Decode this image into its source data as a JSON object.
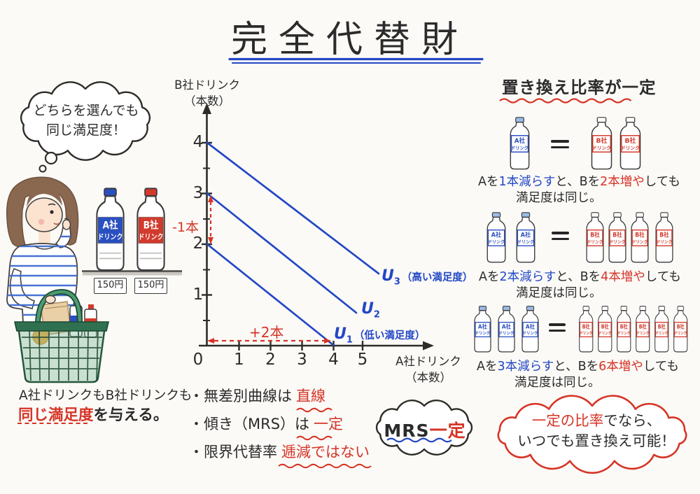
{
  "title": "完全代替財",
  "palette": {
    "blue_pen": "#2347c5",
    "red_pen": "#d63426",
    "ink": "#2b2b2b",
    "label_blue": "#2a4fc0",
    "label_red": "#d23a2c",
    "basket_green": "#2a5e41",
    "hair_brown": "#8a6850"
  },
  "thought_bubble": {
    "line1": "どちらを選んでも",
    "line2": "同じ満足度！"
  },
  "bottle_labels": {
    "a_line1": "A社",
    "a_line2": "ドリンク",
    "b_line1": "B社",
    "b_line2": "ドリンク"
  },
  "shelf": {
    "price_a": "150円",
    "price_b": "150円"
  },
  "left_caption": {
    "line1": "A社ドリンクもB社ドリンクも",
    "line2_red": "同じ満足度",
    "line2_rest": "を与える。"
  },
  "graph": {
    "y_label_line1": "B社ドリンク",
    "y_label_line2": "（本数）",
    "x_label_line1": "A社ドリンク",
    "x_label_line2": "（本数）",
    "y_ticks": [
      "4",
      "3",
      "2",
      "1"
    ],
    "x_ticks": [
      "0",
      "1",
      "2",
      "3",
      "4",
      "5"
    ],
    "minus_label": "-1本",
    "plus_label": "+2本",
    "curves": [
      {
        "name": "U",
        "sub": "1",
        "suffix": "（低い満足度）"
      },
      {
        "name": "U",
        "sub": "2",
        "suffix": ""
      },
      {
        "name": "U",
        "sub": "3",
        "suffix": "（高い満足度）"
      }
    ]
  },
  "chart_data": {
    "type": "line",
    "title": "完全代替財の無差別曲線",
    "xlabel": "A社ドリンク（本数）",
    "ylabel": "B社ドリンク（本数）",
    "xlim": [
      0,
      5
    ],
    "ylim": [
      0,
      4
    ],
    "grid": false,
    "series": [
      {
        "name": "U1（低い満足度）",
        "points": [
          [
            0,
            2
          ],
          [
            4,
            0
          ]
        ]
      },
      {
        "name": "U2",
        "points": [
          [
            0,
            3
          ],
          [
            4.7,
            0.65
          ]
        ]
      },
      {
        "name": "U3（高い満足度）",
        "points": [
          [
            0,
            4
          ],
          [
            5.4,
            1.4
          ]
        ]
      }
    ],
    "annotations": [
      "-1本",
      "+2本"
    ],
    "slope_MRS": -0.5
  },
  "right_panel": {
    "header": "置き換え比率が一定",
    "rows": [
      {
        "a_count": 1,
        "b_count": 2,
        "caption": [
          [
            "Aを",
            "ink"
          ],
          [
            "1本減らす",
            "blue"
          ],
          [
            "と、Bを",
            "ink"
          ],
          [
            "2本増や",
            "red"
          ],
          [
            "しても",
            "ink"
          ]
        ],
        "caption2": "満足度は同じ。"
      },
      {
        "a_count": 2,
        "b_count": 4,
        "caption": [
          [
            "Aを",
            "ink"
          ],
          [
            "2本減らす",
            "blue"
          ],
          [
            "と、Bを",
            "ink"
          ],
          [
            "4本増や",
            "red"
          ],
          [
            "しても",
            "ink"
          ]
        ],
        "caption2": "満足度は同じ。"
      },
      {
        "a_count": 3,
        "b_count": 6,
        "caption": [
          [
            "Aを",
            "ink"
          ],
          [
            "3本減らす",
            "blue"
          ],
          [
            "と、Bを",
            "ink"
          ],
          [
            "6本増や",
            "red"
          ],
          [
            "しても",
            "ink"
          ]
        ],
        "caption2": "満足度は同じ。"
      }
    ]
  },
  "notes": {
    "bullets": [
      {
        "bullet": "・",
        "black": "無差別曲線は",
        "red": "直線"
      },
      {
        "bullet": "・",
        "black": "傾き（MRS）は",
        "red": "一定"
      },
      {
        "bullet": "・",
        "black": "限界代替率",
        "red": "逓減ではない"
      }
    ]
  },
  "mrs_bubble": {
    "black": "MRS",
    "red": "一定"
  },
  "red_bubble": {
    "line1_red": "一定の比率",
    "line1_black": "でなら、",
    "line2": "いつでも置き換え可能！"
  }
}
